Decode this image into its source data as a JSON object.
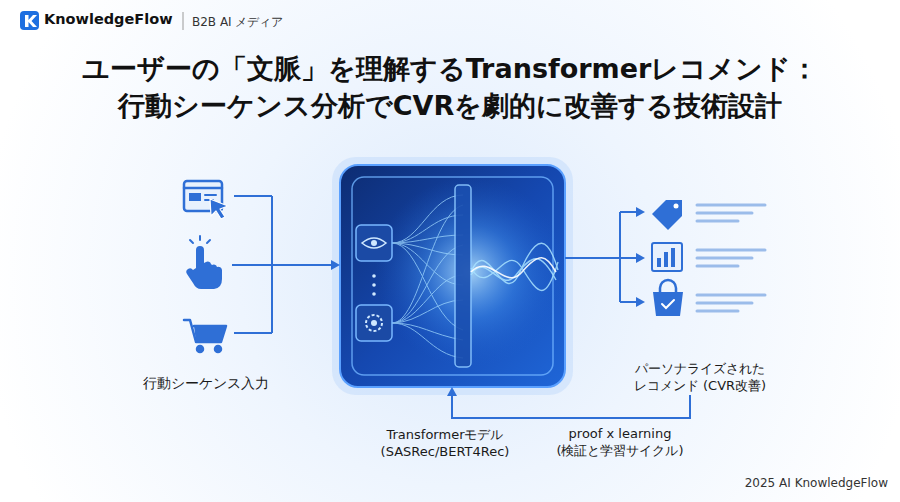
{
  "diagram": {
    "title": "ユーザーの「文脈」を理解するTransformerレコメンド： 行動シーケンス分析でCVRを劇的に改善する技術設計",
    "nodes": [
      {
        "text": [
          "行動シーケンス入力"
        ]
      },
      {
        "text": [
          "Transformerモデル (SASRec/BERT4Rec)"
        ]
      },
      {
        "text": [
          "パーソナライズされた レコメンド (CVR改善)"
        ]
      }
    ],
    "edges": [
      {
        "from": 0,
        "to": 1,
        "arrow": "to"
      },
      {
        "from": 1,
        "to": 2,
        "arrow": "to"
      },
      {
        "from": 2,
        "to": 1,
        "label": "proof x learning (検証と学習サイクル)",
        "arrow": "to"
      }
    ],
    "labels": [
      "KnowledgeFlow",
      "B2B AI メディア",
      "2025 AI KnowledgeFlow"
    ]
  }
}
